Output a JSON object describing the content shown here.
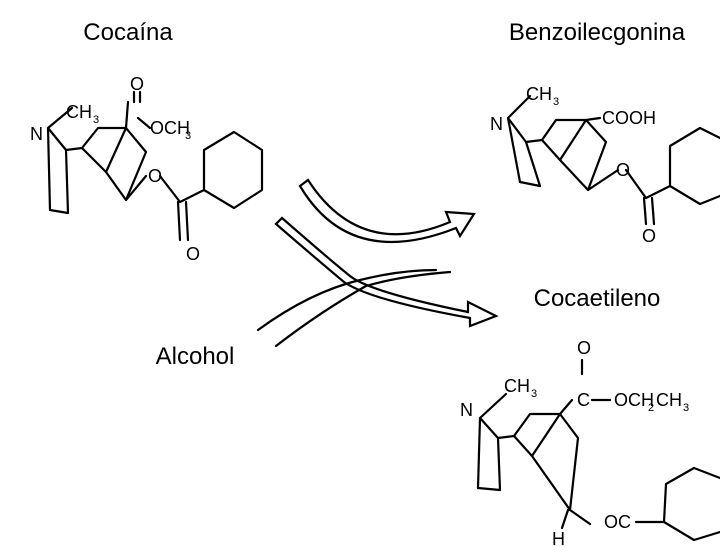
{
  "titles": {
    "reactant": "Cocaína",
    "product_top": "Benzoilecgonina",
    "product_bottom": "Cocaetileno",
    "reagent": "Alcohol"
  },
  "cocaine": {
    "n": "N",
    "ch3": "CH",
    "ch3_sub": "3",
    "carbonyl_o": "O",
    "ester_o": "O",
    "ester_carbonyl_o": "O",
    "och3": "OCH",
    "och3_sub": "3"
  },
  "benzoylecgonine": {
    "n": "N",
    "ch3": "CH",
    "ch3_sub": "3",
    "cooh": "COOH",
    "ester_o": "O",
    "carbonyl_o": "O"
  },
  "cocaethylene": {
    "n": "N",
    "ch3": "CH",
    "ch3_sub": "3",
    "top_o": "O",
    "c": "C",
    "oet": "OCH",
    "oet_sub1": "2",
    "oet_ch3": "CH",
    "oet_sub2": "3",
    "oc": "OC",
    "h": "H"
  },
  "colors": {
    "ink": "#000000",
    "background": "#ffffff"
  }
}
